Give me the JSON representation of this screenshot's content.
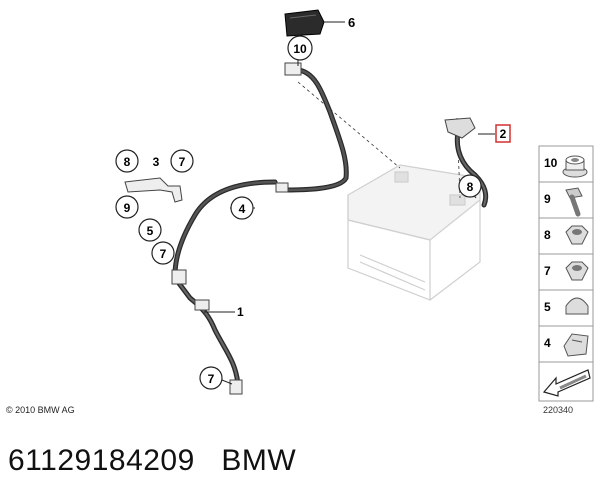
{
  "callouts": {
    "c1": "1",
    "c2": "2",
    "c3": "3",
    "c4": "4",
    "c5": "5",
    "c6": "6",
    "c7a": "7",
    "c7b": "7",
    "c7c": "7",
    "c8a": "8",
    "c8b": "8",
    "c9": "9",
    "c10": "10"
  },
  "legend": [
    {
      "label": "10",
      "icon": "flange-nut-icon"
    },
    {
      "label": "9",
      "icon": "hex-bolt-icon"
    },
    {
      "label": "8",
      "icon": "hex-nut-icon"
    },
    {
      "label": "7",
      "icon": "hex-nut-icon"
    },
    {
      "label": "5",
      "icon": "cap-nut-icon"
    },
    {
      "label": "4",
      "icon": "cable-clip-icon"
    },
    {
      "label": "",
      "icon": "direction-arrow-icon"
    }
  ],
  "copyright": "© 2010 BMW AG",
  "drawing_number": "220340",
  "caption": {
    "part_number": "61129184209",
    "brand": "BMW"
  },
  "colors": {
    "cable": "#2a2a2a",
    "battery_outline": "#cfcfcf",
    "highlight_box": "#d43030"
  }
}
